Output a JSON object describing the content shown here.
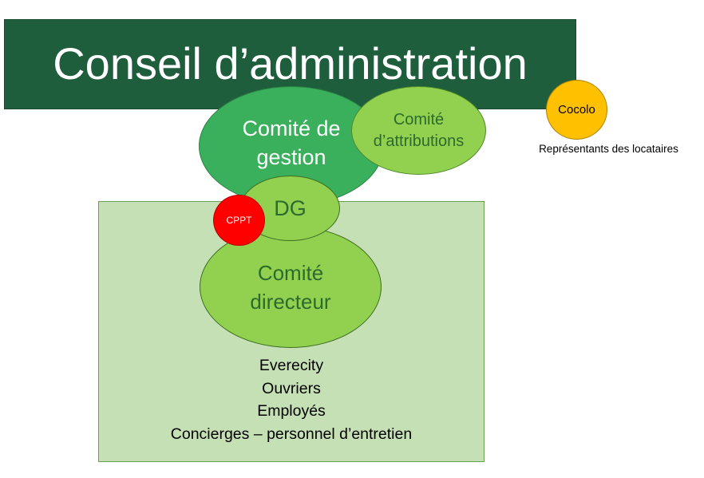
{
  "banner": {
    "title": "Conseil d’administration",
    "color": "#1e5e3c"
  },
  "nodes": {
    "comite_gestion": {
      "line1": "Comité de",
      "line2": "gestion",
      "color": "#3aaf5c"
    },
    "comite_attributions": {
      "line1": "Comité",
      "line2": "d’attributions",
      "color": "#92d050"
    },
    "dg": {
      "label": "DG",
      "color": "#92d050"
    },
    "cppt": {
      "label": "CPPT",
      "color": "#ff0000"
    },
    "comite_directeur": {
      "line1": "Comité",
      "line2": "directeur",
      "color": "#92d050"
    },
    "cocolo": {
      "label": "Cocolo",
      "caption": "Représentants des locataires",
      "color": "#ffc000"
    }
  },
  "staff_box": {
    "color": "#c5e0b4",
    "items": [
      "Everecity",
      "Ouvriers",
      "Employés",
      "Concierges – personnel d’entretien"
    ]
  }
}
